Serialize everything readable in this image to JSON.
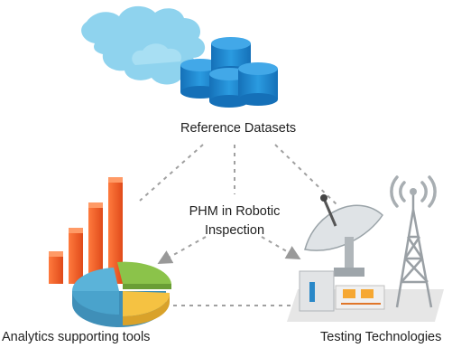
{
  "diagram": {
    "nodes": {
      "reference": {
        "label": "Reference Datasets",
        "icon": "cloud-database-icon"
      },
      "analytics": {
        "label": "Analytics supporting tools",
        "icon": "bar-pie-chart-icon"
      },
      "testing": {
        "label": "Testing Technologies",
        "icon": "satellite-tower-icon"
      }
    },
    "center": {
      "line1": "PHM in Robotic",
      "line2": "Inspection"
    },
    "colors": {
      "cloud": "#8fd3ee",
      "database": "#1e88d0",
      "bars": "#f05a28",
      "pie_green": "#8bc34a",
      "pie_yellow": "#f5c242",
      "pie_blue": "#5bb3d9",
      "connector": "#999999"
    }
  }
}
